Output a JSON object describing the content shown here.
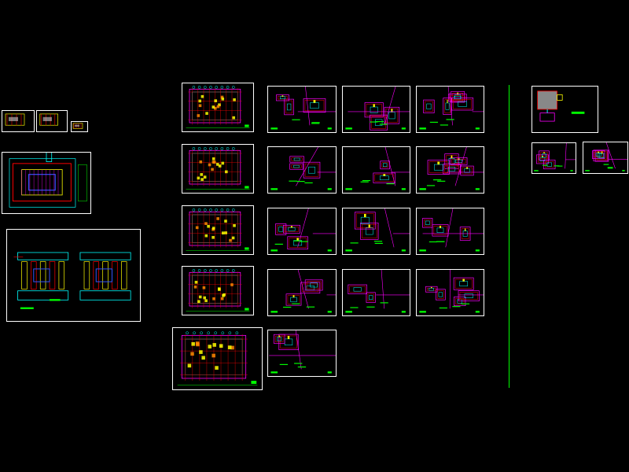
{
  "colors": {
    "background": "#000000",
    "border": "#ffffff",
    "red": "#ff0000",
    "magenta": "#ff00ff",
    "cyan": "#00ffff",
    "yellow": "#ffff00",
    "green": "#00ff00",
    "blue": "#3355ff",
    "orange": "#ff8800"
  },
  "sheets": [
    {
      "id": "detail-small-1",
      "kind": "tiny"
    },
    {
      "id": "detail-small-2",
      "kind": "tiny"
    },
    {
      "id": "detail-small-3",
      "kind": "tiny"
    },
    {
      "id": "assembly-plan",
      "kind": "assembly"
    },
    {
      "id": "assembly-section",
      "kind": "section"
    },
    {
      "id": "plan-1",
      "kind": "plan"
    },
    {
      "id": "plan-2",
      "kind": "plan"
    },
    {
      "id": "plan-3",
      "kind": "plan"
    },
    {
      "id": "plan-4",
      "kind": "plan"
    },
    {
      "id": "plan-5",
      "kind": "plan"
    },
    {
      "id": "parts-r1-c1",
      "kind": "parts"
    },
    {
      "id": "parts-r1-c2",
      "kind": "parts"
    },
    {
      "id": "parts-r1-c3",
      "kind": "parts"
    },
    {
      "id": "parts-r2-c1",
      "kind": "parts"
    },
    {
      "id": "parts-r2-c2",
      "kind": "parts"
    },
    {
      "id": "parts-r2-c3",
      "kind": "parts"
    },
    {
      "id": "parts-r3-c1",
      "kind": "parts"
    },
    {
      "id": "parts-r3-c2",
      "kind": "parts"
    },
    {
      "id": "parts-r3-c3",
      "kind": "parts"
    },
    {
      "id": "parts-r4-c1",
      "kind": "parts"
    },
    {
      "id": "parts-r4-c2",
      "kind": "parts"
    },
    {
      "id": "parts-r4-c3",
      "kind": "parts"
    },
    {
      "id": "parts-r5-c1",
      "kind": "parts"
    },
    {
      "id": "right-detail-1",
      "kind": "detail"
    },
    {
      "id": "right-detail-2",
      "kind": "parts"
    },
    {
      "id": "right-detail-3",
      "kind": "parts"
    }
  ]
}
